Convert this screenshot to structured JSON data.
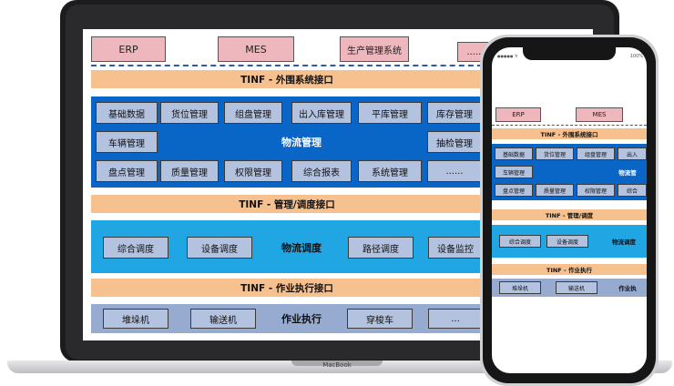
{
  "laptop": {
    "brand": "MacBook",
    "top_systems": [
      "ERP",
      "MES",
      "生产管理系统",
      "......"
    ],
    "interface_1": "TINF - 外围系统接口",
    "logistics": {
      "row1": [
        "基础数据",
        "货位管理",
        "组盘管理",
        "出入库管理",
        "平库管理",
        "库存管理"
      ],
      "left_mid": "车辆管理",
      "center": "物流管理",
      "right_mid": "抽检管理",
      "row3": [
        "盘点管理",
        "质量管理",
        "权限管理",
        "综合报表",
        "系统管理",
        "......"
      ]
    },
    "interface_2": "TINF - 管理/调度接口",
    "dispatch": {
      "items": [
        "综合调度",
        "设备调度",
        "路径调度",
        "设备监控"
      ],
      "center": "物流调度"
    },
    "interface_3": "TINF - 作业执行接口",
    "execution": {
      "items": [
        "堆垛机",
        "输送机",
        "穿梭车",
        "..."
      ],
      "center": "作业执行"
    }
  },
  "phone": {
    "status_left": "●●●●● 令",
    "status_right": "100%",
    "top_systems": [
      "ERP",
      "MES"
    ],
    "interface_1": "TINF - 外围系统接口",
    "row1": [
      "基础数据",
      "货位管理",
      "组盘管理",
      "出入"
    ],
    "left_mid": "车辆管理",
    "center": "物流管",
    "row3": [
      "盘点管理",
      "质量管理",
      "权限管理",
      "综合"
    ],
    "interface_2": "TINF - 管理/调度",
    "dispatch_items": [
      "综合调度",
      "设备调度"
    ],
    "dispatch_center": "物流调度",
    "interface_3": "TINF - 作业执行",
    "exec_items": [
      "堆垛机",
      "输送机"
    ],
    "exec_center": "作业执"
  }
}
